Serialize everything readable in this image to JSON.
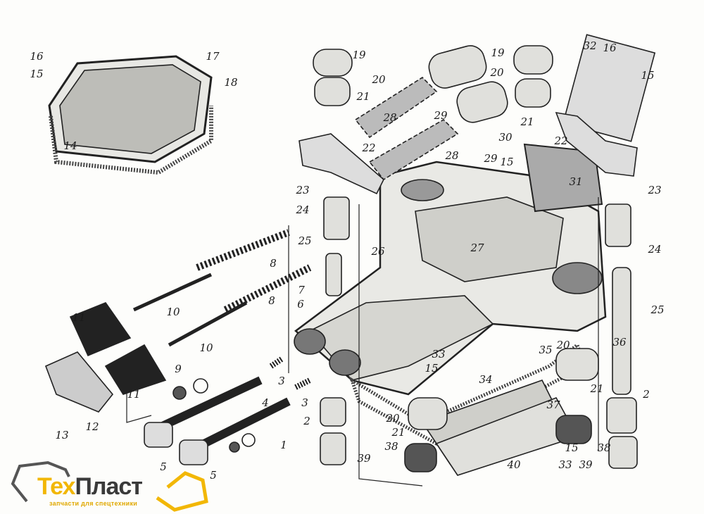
{
  "diagram": {
    "callouts": [
      "16",
      "15",
      "17",
      "18",
      "14",
      "19",
      "20",
      "21",
      "28",
      "29",
      "19",
      "20",
      "32",
      "16",
      "15",
      "21",
      "22",
      "30",
      "22",
      "28",
      "29",
      "15",
      "31",
      "23",
      "23",
      "24",
      "24",
      "27",
      "25",
      "8",
      "26",
      "7",
      "6",
      "8",
      "25",
      "11",
      "10",
      "10",
      "20",
      "36",
      "35",
      "33",
      "15",
      "9",
      "3",
      "34",
      "21",
      "11",
      "12",
      "13",
      "4",
      "3",
      "2",
      "37",
      "2",
      "20",
      "21",
      "38",
      "39",
      "1",
      "5",
      "5",
      "15",
      "38",
      "40",
      "33",
      "39"
    ]
  },
  "logo": {
    "name_part1": "Тех",
    "name_part2": "Пласт",
    "tagline": "запчасти для спецтехники",
    "colors": {
      "yellow": "#f2b705",
      "dark": "#3a3a3a"
    }
  }
}
